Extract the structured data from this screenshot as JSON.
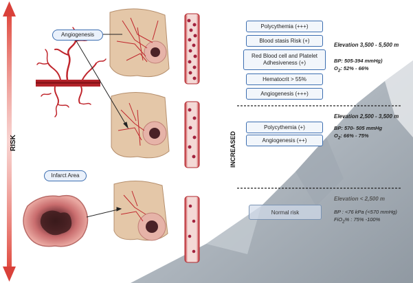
{
  "labels": {
    "risk": "RISK",
    "increased": "INCREASED",
    "angiogenesis": "Angiogenesis",
    "infarct_area": "Infarct Area"
  },
  "high_altitude": {
    "items": [
      "Polycythemia (+++)",
      "Blood stasis Risk (+)",
      "Red Blood cell and Platelet Adhesiveness (+)",
      "Hematocrit > 55%",
      "Angiogenesis (+++)"
    ],
    "elevation": "Elevation 3,500  - 5,500 m",
    "bp": "BP: 505-394 mmHg)",
    "o2_prefix": "O",
    "o2_sub": "2",
    "o2_suffix": ": 52% - 66%"
  },
  "mid_altitude": {
    "items": [
      "Polycythemia (+)",
      "Angiogenesis (++)"
    ],
    "elevation": "Elevation 2,500 - 3,500 m",
    "bp": "BP: 570- 505 mmHg",
    "o2_prefix": "O",
    "o2_sub": "2",
    "o2_suffix": ": 66% - 75%"
  },
  "low_altitude": {
    "items": [
      "Normal risk"
    ],
    "elevation": "Elevation < 2,500 m",
    "bp": "BP : <76 kPa (<570 mmHg)",
    "o2_prefix": "FiO",
    "o2_sub": "2",
    "o2_suffix": "% : 75% -100%"
  },
  "colors": {
    "arrow_red": "#d9413a",
    "vessel_red": "#c0262d",
    "tissue": "#e4c7a8",
    "mountain": "#b9c1c8",
    "box_border": "#3b6db0"
  }
}
